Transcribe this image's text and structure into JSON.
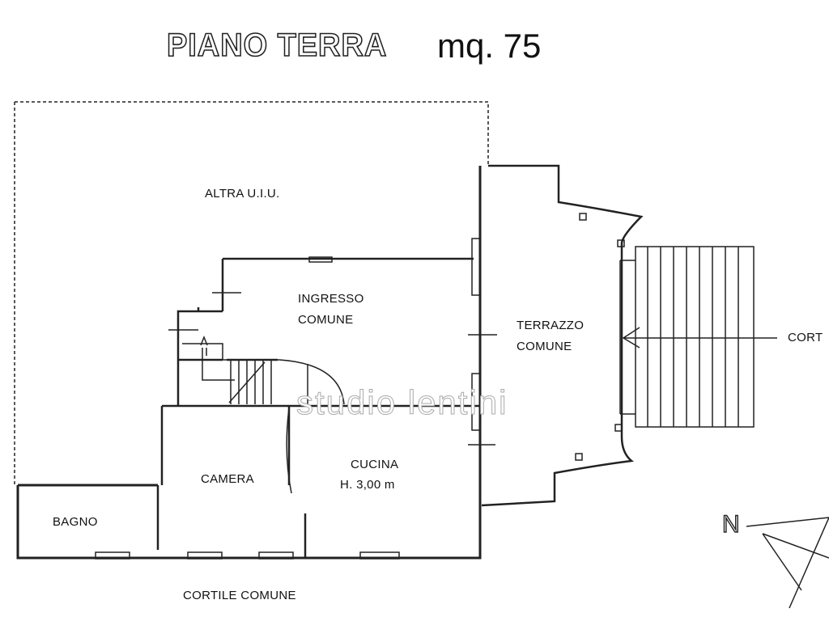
{
  "title": {
    "floor": "PIANO TERRA",
    "area": "mq. 75"
  },
  "rooms": {
    "altra": "ALTRA U.I.U.",
    "ingresso_1": "INGRESSO",
    "ingresso_2": "COMUNE",
    "terrazzo_1": "TERRAZZO",
    "terrazzo_2": "COMUNE",
    "camera": "CAMERA",
    "cucina": "CUCINA",
    "cucina_height": "H. 3,00 m",
    "bagno": "BAGNO",
    "cortile_bottom": "CORTILE COMUNE",
    "cortile_right": "CORT"
  },
  "compass": {
    "north": "N"
  },
  "watermark": "studio lentini"
}
